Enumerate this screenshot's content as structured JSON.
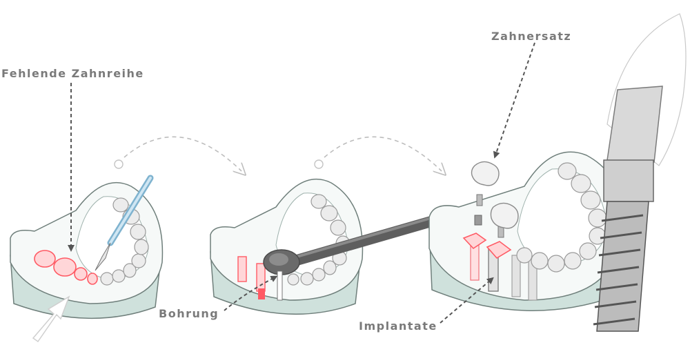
{
  "labels": {
    "missing_teeth": "Fehlende Zahnreihe",
    "drilling": "Bohrung",
    "implants": "Implantate",
    "denture": "Zahnersatz"
  },
  "colors": {
    "label_text": "#7a7a7a",
    "jaw_gum": "#cfe1dc",
    "missing_tooth_highlight": "#ff5a64"
  }
}
